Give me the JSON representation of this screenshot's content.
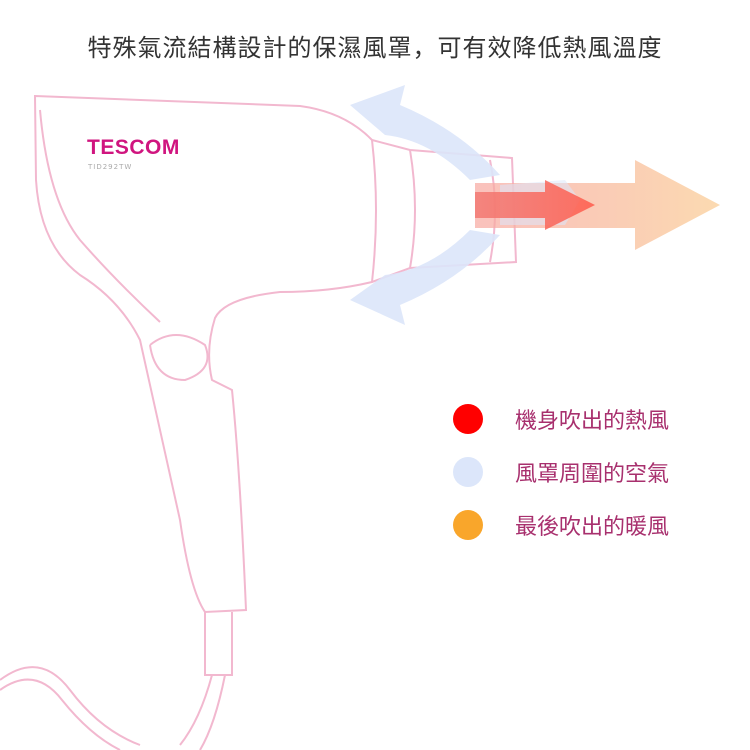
{
  "title": "特殊氣流結構設計的保濕風罩，可有效降低熱風溫度",
  "product": {
    "brand": "TESCOM",
    "model": "TID292TW"
  },
  "legend": [
    {
      "label": "機身吹出的熱風",
      "color": "#ff0000"
    },
    {
      "label": "風罩周圍的空氣",
      "color": "#dce6fa"
    },
    {
      "label": "最後吹出的暖風",
      "color": "#f9a62b"
    }
  ],
  "colors": {
    "outline": "#f2b8cf",
    "accent": "#d0157f"
  }
}
